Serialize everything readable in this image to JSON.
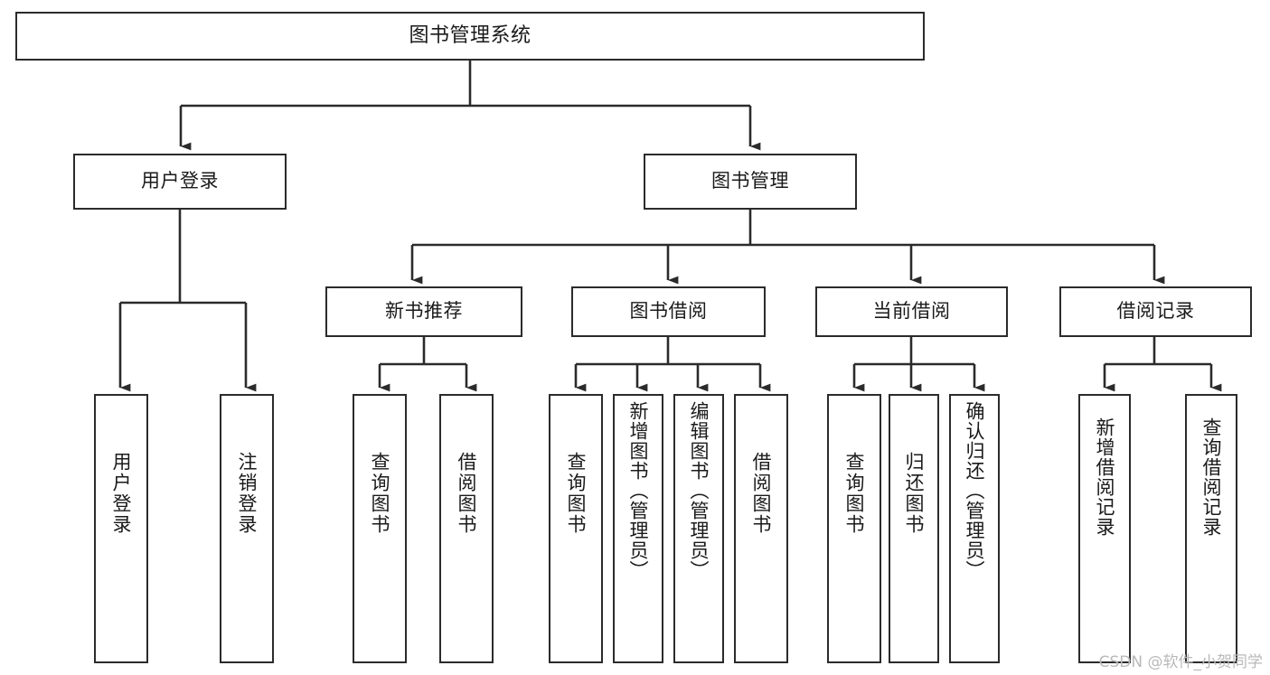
{
  "diagram": {
    "title": "图书管理系统",
    "type": "tree",
    "stroke_color": "#2b2b2b",
    "fill_color": "#ffffff",
    "background": "#ffffff",
    "watermark": "CSDN @软件_小贺同学",
    "nodes": {
      "root": {
        "label": "图书管理系统"
      },
      "level2": [
        {
          "id": "user-login",
          "label": "用户登录"
        },
        {
          "id": "book-manage",
          "label": "图书管理"
        }
      ],
      "level3": [
        {
          "id": "new-book-recommend",
          "label": "新书推荐"
        },
        {
          "id": "book-borrow",
          "label": "图书借阅"
        },
        {
          "id": "current-borrow",
          "label": "当前借阅"
        },
        {
          "id": "borrow-record",
          "label": "借阅记录"
        }
      ],
      "leaves": [
        {
          "id": "leaf-user-login",
          "label": "用户登录",
          "parent": "user-login"
        },
        {
          "id": "leaf-logout",
          "label": "注销登录",
          "parent": "user-login"
        },
        {
          "id": "leaf-query-book-1",
          "label": "查询图书",
          "parent": "new-book-recommend"
        },
        {
          "id": "leaf-borrow-book-1",
          "label": "借阅图书",
          "parent": "new-book-recommend"
        },
        {
          "id": "leaf-query-book-2",
          "label": "查询图书",
          "parent": "book-borrow"
        },
        {
          "id": "leaf-add-book",
          "label": "新增图书（管理员）",
          "parent": "book-borrow"
        },
        {
          "id": "leaf-edit-book",
          "label": "编辑图书（管理员）",
          "parent": "book-borrow"
        },
        {
          "id": "leaf-borrow-book-2",
          "label": "借阅图书",
          "parent": "book-borrow"
        },
        {
          "id": "leaf-query-book-3",
          "label": "查询图书",
          "parent": "current-borrow"
        },
        {
          "id": "leaf-return-book",
          "label": "归还图书",
          "parent": "current-borrow"
        },
        {
          "id": "leaf-confirm-return",
          "label": "确认归还（管理员）",
          "parent": "current-borrow"
        },
        {
          "id": "leaf-add-record",
          "label": "新增借阅记录",
          "parent": "borrow-record"
        },
        {
          "id": "leaf-query-record",
          "label": "查询借阅记录",
          "parent": "borrow-record"
        }
      ]
    }
  }
}
